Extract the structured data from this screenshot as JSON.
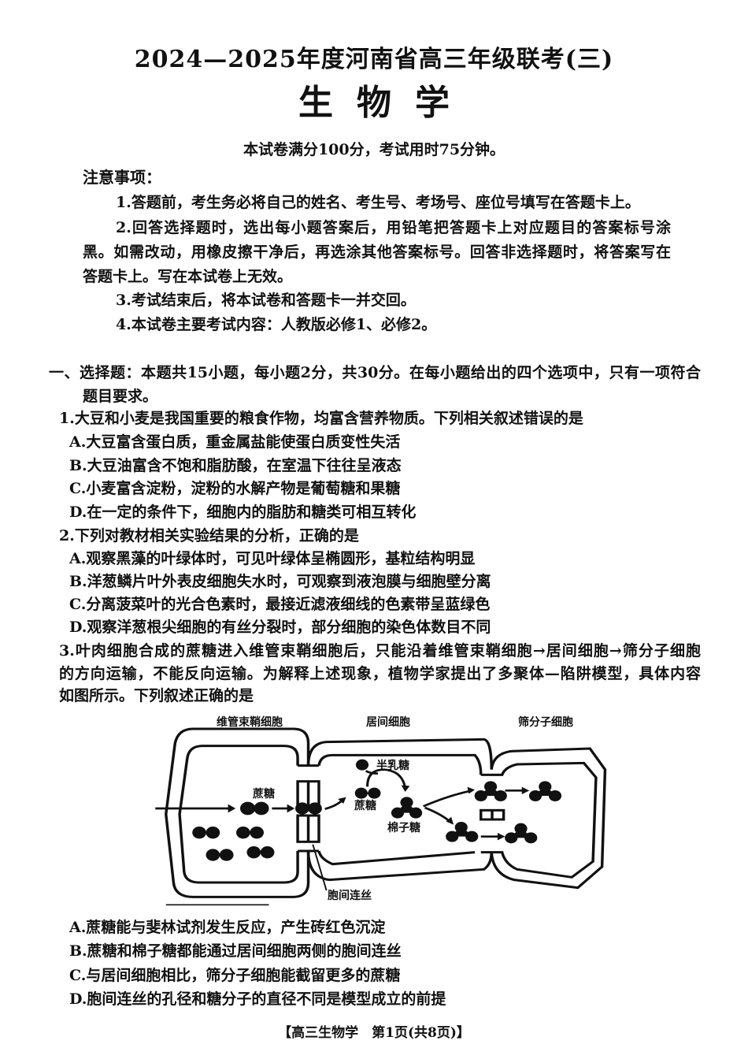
{
  "header": {
    "title": "2024—2025年度河南省高三年级联考(三)",
    "subject": "生物学",
    "exam_info": "本试卷满分100分，考试用时75分钟。"
  },
  "notes": {
    "heading": "注意事项：",
    "lines": [
      "1.答题前，考生务必将自己的姓名、考生号、考场号、座位号填写在答题卡上。",
      "2.回答选择题时，选出每小题答案后，用铅笔把答题卡上对应题目的答案标号涂",
      "黑。如需改动，用橡皮擦干净后，再选涂其他答案标号。回答非选择题时，将答案写在",
      "答题卡上。写在本试卷上无效。",
      "3.考试结束后，将本试卷和答题卡一并交回。",
      "4.本试卷主要考试内容：人教版必修1、必修2。"
    ]
  },
  "section": {
    "lines": [
      "一、选择题：本题共15小题，每小题2分，共30分。在每小题给出的四个选项中，只有一项符合",
      "题目要求。"
    ]
  },
  "questions": [
    {
      "stem": [
        "1.大豆和小麦是我国重要的粮食作物，均富含营养物质。下列相关叙述错误的是"
      ],
      "options": [
        "A.大豆富含蛋白质，重金属盐能使蛋白质变性失活",
        "B.大豆油富含不饱和脂肪酸，在室温下往往呈液态",
        "C.小麦富含淀粉，淀粉的水解产物是葡萄糖和果糖",
        "D.在一定的条件下，细胞内的脂肪和糖类可相互转化"
      ]
    },
    {
      "stem": [
        "2.下列对教材相关实验结果的分析，正确的是"
      ],
      "options": [
        "A.观察黑藻的叶绿体时，可见叶绿体呈椭圆形，基粒结构明显",
        "B.洋葱鳞片叶外表皮细胞失水时，可观察到液泡膜与细胞壁分离",
        "C.分离菠菜叶的光合色素时，最接近滤液细线的色素带呈蓝绿色",
        "D.观察洋葱根尖细胞的有丝分裂时，部分细胞的染色体数目不同"
      ]
    },
    {
      "stem": [
        "3.叶肉细胞合成的蔗糖进入维管束鞘细胞后，只能沿着维管束鞘细胞→居间细胞→筛分子细胞",
        "的方向运输，不能反向运输。为解释上述现象，植物学家提出了多聚体—陷阱模型，具体内容",
        "如图所示。下列叙述正确的是"
      ],
      "options": [
        "A.蔗糖能与斐林试剂发生反应，产生砖红色沉淀",
        "B.蔗糖和棉子糖都能通过居间细胞两侧的胞间连丝",
        "C.与居间细胞相比，筛分子细胞能截留更多的蔗糖",
        "D.胞间连丝的孔径和糖分子的直径不同是模型成立的前提"
      ]
    }
  ],
  "diagram": {
    "cell_left": "维管束鞘细胞",
    "cell_middle": "居间细胞",
    "cell_right": "筛分子细胞",
    "sucrose_1": "蔗糖",
    "sucrose_2": "蔗糖",
    "galactose": "半乳糖",
    "raffinose": "棉子糖",
    "plasmodesmata": "胞间连丝"
  },
  "footer": "【高三生物学　第1页(共8页)】"
}
